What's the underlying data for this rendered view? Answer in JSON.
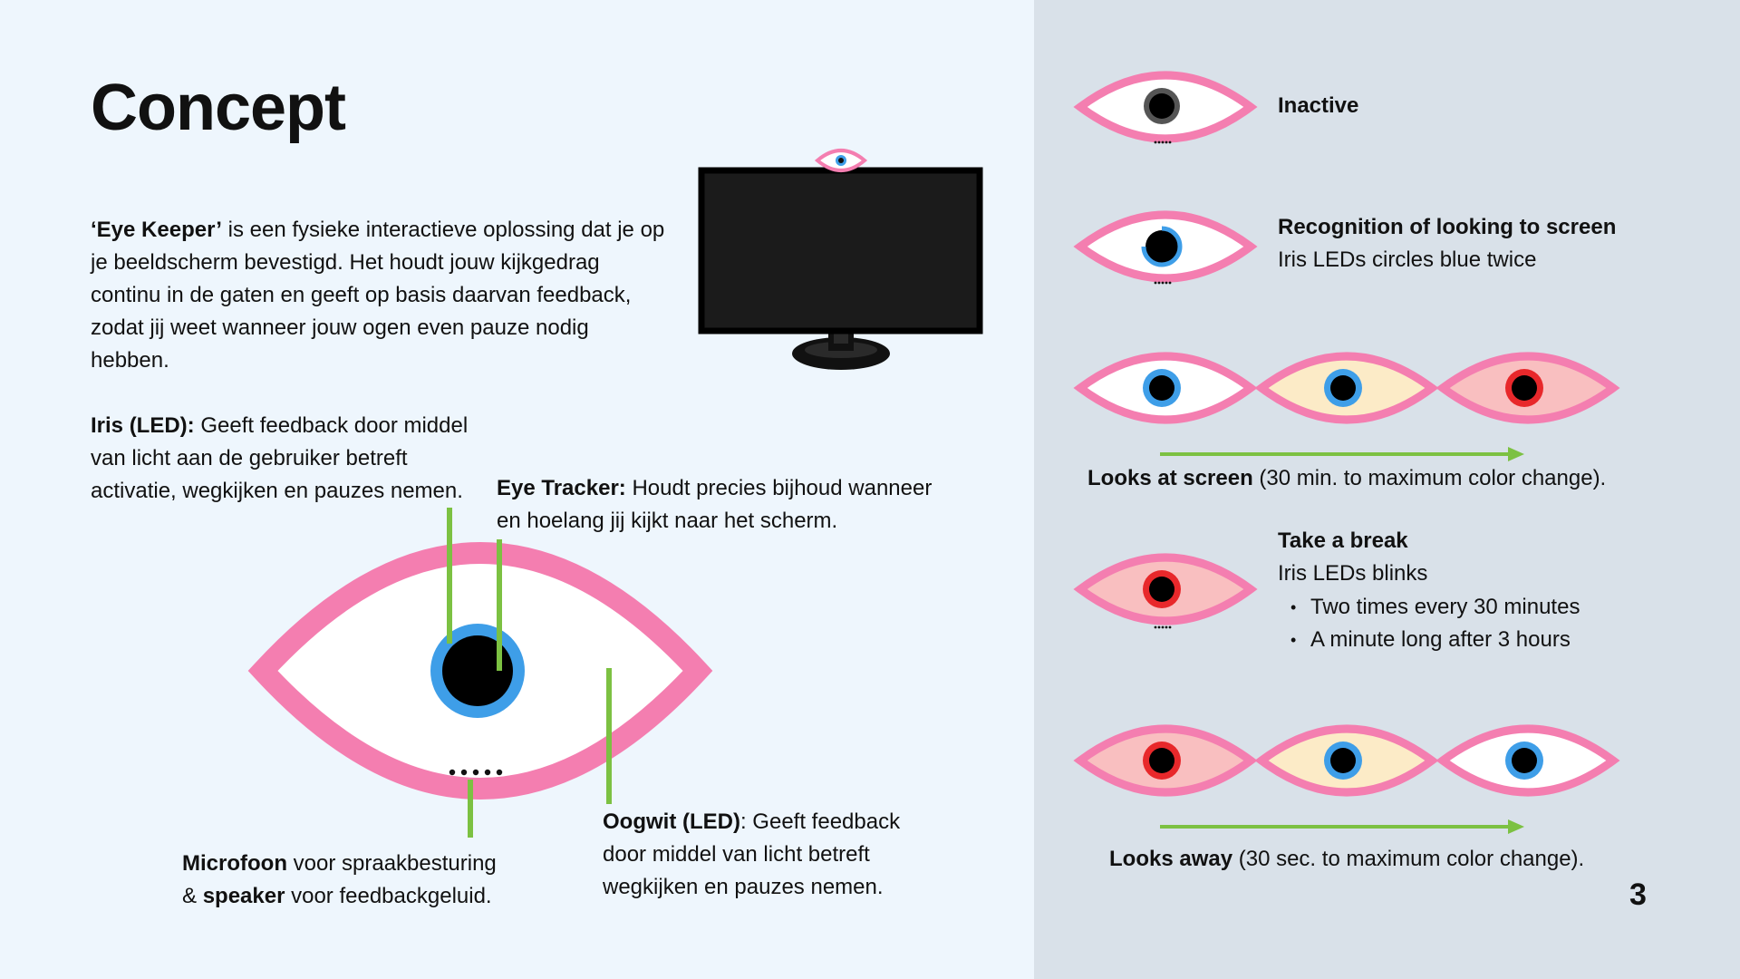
{
  "title": "Concept",
  "intro": {
    "name": "‘Eye Keeper’",
    "text": " is een fysieke interactieve oplossing dat je op je beeldscherm bevestigd. Het houdt jouw kijkgedrag continu in de gaten en geeft op basis daarvan feedback, zodat jij weet wanneer jouw ogen even pauze nodig hebben."
  },
  "labels": {
    "iris": {
      "title": "Iris (LED):",
      "text": " Geeft feedback door middel van licht aan de gebruiker betreft activatie, wegkijken en pauzes nemen."
    },
    "tracker": {
      "title": "Eye Tracker:",
      "text": " Houdt precies bijhoud wanneer en hoelang jij kijkt naar het scherm."
    },
    "oogwit": {
      "title": "Oogwit (LED)",
      "text": ": Geeft feedback door middel van licht betreft wegkijken en pauzes nemen."
    },
    "mic": {
      "title1": "Microfoon",
      "text1": " voor spraakbesturing",
      "amp": "& ",
      "title2": "speaker",
      "text2": " voor feedbackgeluid."
    }
  },
  "states": {
    "inactive": {
      "title": "Inactive"
    },
    "recognition": {
      "title": "Recognition of looking to screen",
      "subtitle": "Iris LEDs circles blue twice"
    },
    "looks_at_screen": {
      "title": "Looks at screen",
      "text": " (30 min. to maximum color change)."
    },
    "take_break": {
      "title": "Take a break",
      "subtitle": "Iris LEDs blinks",
      "bullets": [
        "Two times every 30 minutes",
        "A minute long after 3 hours"
      ]
    },
    "looks_away": {
      "title": "Looks away",
      "text": " (30 sec. to maximum color change)."
    }
  },
  "colors": {
    "pink": "#f47eb0",
    "white": "#ffffff",
    "cream": "#fcebc7",
    "salmon": "#f9bfc0",
    "blue": "#3e9ee8",
    "red": "#e8282b",
    "green": "#7cc142",
    "grey": "#555555"
  },
  "page_number": "3"
}
